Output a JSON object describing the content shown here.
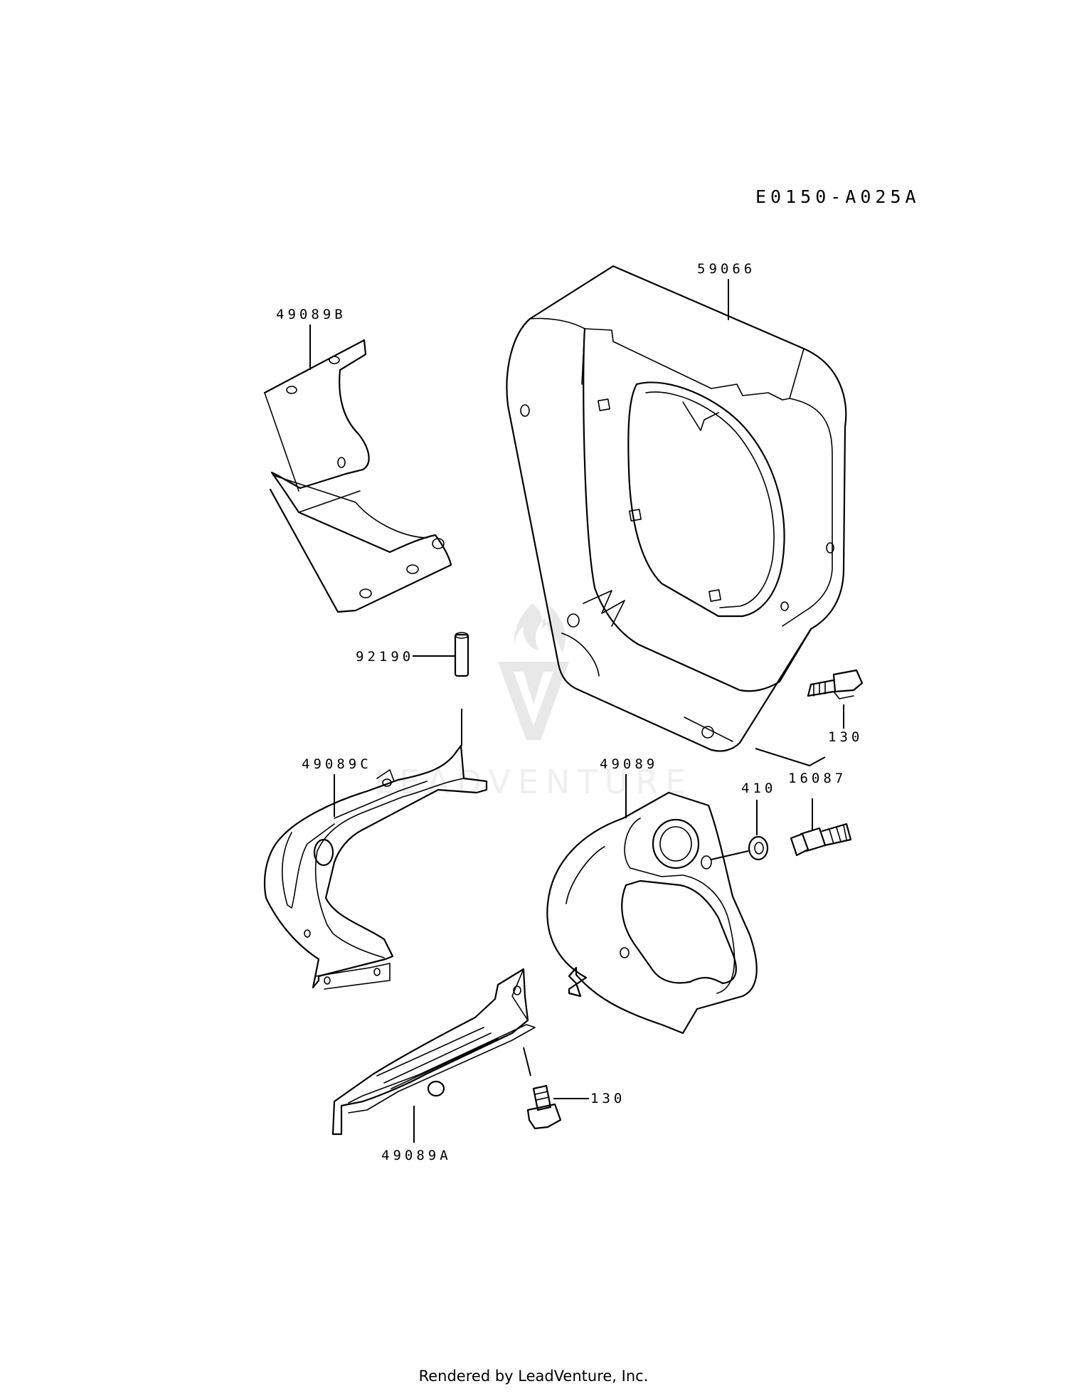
{
  "diagram_code": "E0150-A025A",
  "parts": [
    {
      "id": "p59066",
      "label": "59066"
    },
    {
      "id": "p49089B",
      "label": "49089B"
    },
    {
      "id": "p92190",
      "label": "92190"
    },
    {
      "id": "p130a",
      "label": "130"
    },
    {
      "id": "p49089C",
      "label": "49089C"
    },
    {
      "id": "p49089",
      "label": "49089"
    },
    {
      "id": "p410",
      "label": "410"
    },
    {
      "id": "p16087",
      "label": "16087"
    },
    {
      "id": "p130b",
      "label": "130"
    },
    {
      "id": "p49089A",
      "label": "49089A"
    }
  ],
  "watermark": {
    "text": "LEADVENTURE"
  },
  "footer": {
    "text": "Rendered by LeadVenture, Inc."
  }
}
